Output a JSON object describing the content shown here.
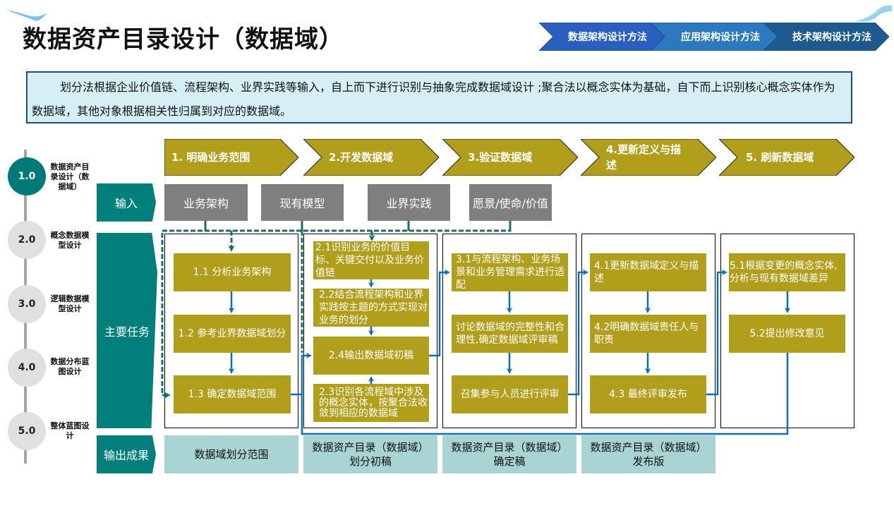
{
  "title": "数据资产目录设计（数据域）",
  "nav": [
    {
      "label": "数据架构设计方法",
      "color": "#2a5fbf"
    },
    {
      "label": "应用架构设计方法",
      "color": "#2b7ac0"
    },
    {
      "label": "技术架构设计方法",
      "color": "#1f5a8e"
    }
  ],
  "intro": "划分法根据企业价值链、流程架构、业界实践等输入，自上而下进行识别与抽象完成数据域设计 ;聚合法以概念实体为基础，自下而上识别核心概念实体作为数据域，其他对象根据相关性归属到对应的数据域。",
  "timeline": [
    {
      "num": "1.0",
      "label": "数据资产目录设计（数据域）",
      "active": true
    },
    {
      "num": "2.0",
      "label": "概念数据模型设计",
      "active": false
    },
    {
      "num": "3.0",
      "label": "逻辑数据模型设计",
      "active": false
    },
    {
      "num": "4.0",
      "label": "数据分布蓝图设计",
      "active": false
    },
    {
      "num": "5.0",
      "label": "整体蓝图设计",
      "active": false
    }
  ],
  "row_labels": {
    "input": "输入",
    "tasks": "主要任务",
    "output": "输出成果"
  },
  "steps": [
    {
      "label": "1. 明确业务范围"
    },
    {
      "label": "2.开发数据域"
    },
    {
      "label": "3.验证数据域"
    },
    {
      "label": "4.更新定义与描述"
    },
    {
      "label": "5. 刷新数据域"
    }
  ],
  "inputs": [
    "业务架构",
    "现有模型",
    "业界实践",
    "愿景/使命/价值"
  ],
  "tasks": {
    "col1": [
      "1.1 分析业务架构",
      "1.2 参考业界数据域划分",
      "1.3 确定数据域范围"
    ],
    "col2": [
      "2.1识别业务的价值目标、关键交付以及业务价值链",
      "2.2结合流程架构和业界实践按主题的方式实现对业务的划分",
      "2.4输出数据域初稿",
      "2.3识别各流程域中涉及的概念实体，按聚合法收敛到相应的数据域"
    ],
    "col3": [
      "3.1与流程架构、业务场景和业务管理需求进行适配",
      "讨论数据域的完整性和合理性,确定数据域评审稿",
      "召集参与人员进行评审"
    ],
    "col4": [
      "4.1更新数据域定义与描述",
      "4.2明确数据域责任人与职责",
      "4.3 最终评审发布"
    ],
    "col5": [
      "5.1根据变更的概念实体,分析与现有数据域差异",
      "5.2提出修改意见"
    ]
  },
  "outputs": [
    {
      "line1": "数据域划分范围",
      "line2": ""
    },
    {
      "line1": "数据资产目录（数据域）",
      "line2": "划分初稿"
    },
    {
      "line1": "数据资产目录（数据域）",
      "line2": "确定稿"
    },
    {
      "line1": "数据资产目录（数据域）",
      "line2": "发布版"
    }
  ],
  "colors": {
    "teal": "#007f7d",
    "olive": "#b19e1a",
    "gray_input": "#7f7f7f",
    "output_bg": "#a8d4d4",
    "flow_blue": "#0a6ebd",
    "dashed_teal": "#16706a"
  }
}
